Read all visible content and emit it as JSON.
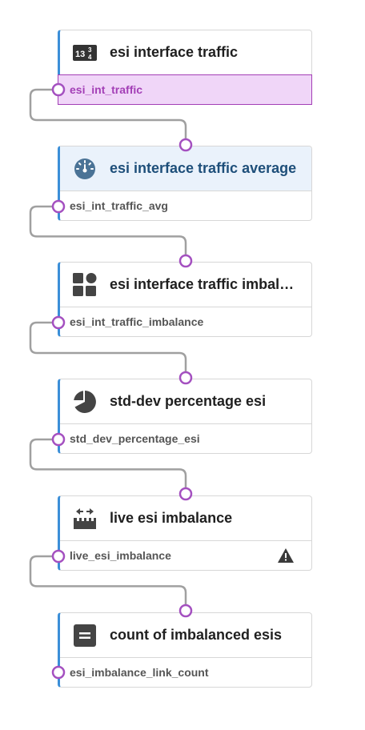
{
  "nodes": [
    {
      "title": "esi interface traffic",
      "output": "esi_int_traffic",
      "icon": "number-table-icon",
      "selected": false,
      "highlight": true,
      "warning": false
    },
    {
      "title": "esi interface traffic average",
      "output": "esi_int_traffic_avg",
      "icon": "gauge-icon",
      "selected": true,
      "highlight": false,
      "warning": false
    },
    {
      "title": "esi interface traffic imbalance",
      "output": "esi_int_traffic_imbalance",
      "icon": "grid-shapes-icon",
      "selected": false,
      "highlight": false,
      "warning": false
    },
    {
      "title": "std-dev percentage esi",
      "output": "std_dev_percentage_esi",
      "icon": "pie-chart-icon",
      "selected": false,
      "highlight": false,
      "warning": false
    },
    {
      "title": "live esi imbalance",
      "output": "live_esi_imbalance",
      "icon": "ruler-arrows-icon",
      "selected": false,
      "highlight": false,
      "warning": true
    },
    {
      "title": "count of imbalanced esis",
      "output": "esi_imbalance_link_count",
      "icon": "equals-box-icon",
      "selected": false,
      "highlight": false,
      "warning": false
    }
  ],
  "colors": {
    "accent": "#3b8fd8",
    "port": "#a450c0",
    "wire": "#a0a0a0",
    "highlight_bg": "#f0d6f8"
  }
}
